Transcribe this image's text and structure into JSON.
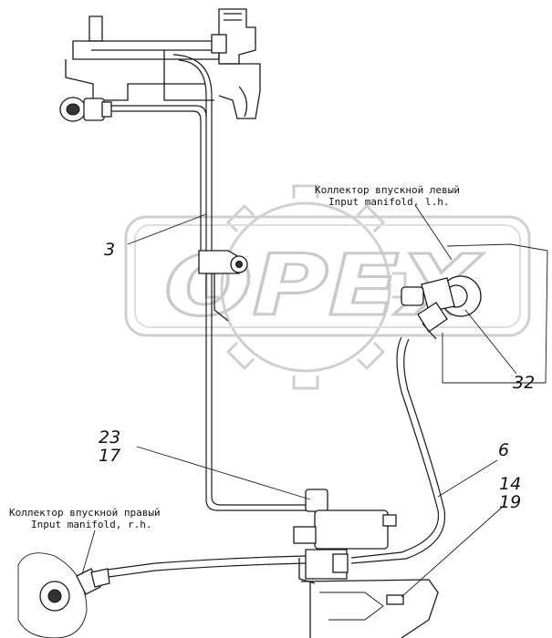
{
  "watermark": {
    "text": "OPEX"
  },
  "callouts": {
    "c3": "3",
    "c23": "23",
    "c17": "17",
    "c6": "6",
    "c14": "14",
    "c19": "19",
    "c32": "32"
  },
  "labels": {
    "left_manifold_ru": "Коллектор впускной левый",
    "left_manifold_en": "Input manifold, l.h.",
    "right_manifold_ru": "Коллектор впускной правый",
    "right_manifold_en": "Input manifold, r.h."
  }
}
